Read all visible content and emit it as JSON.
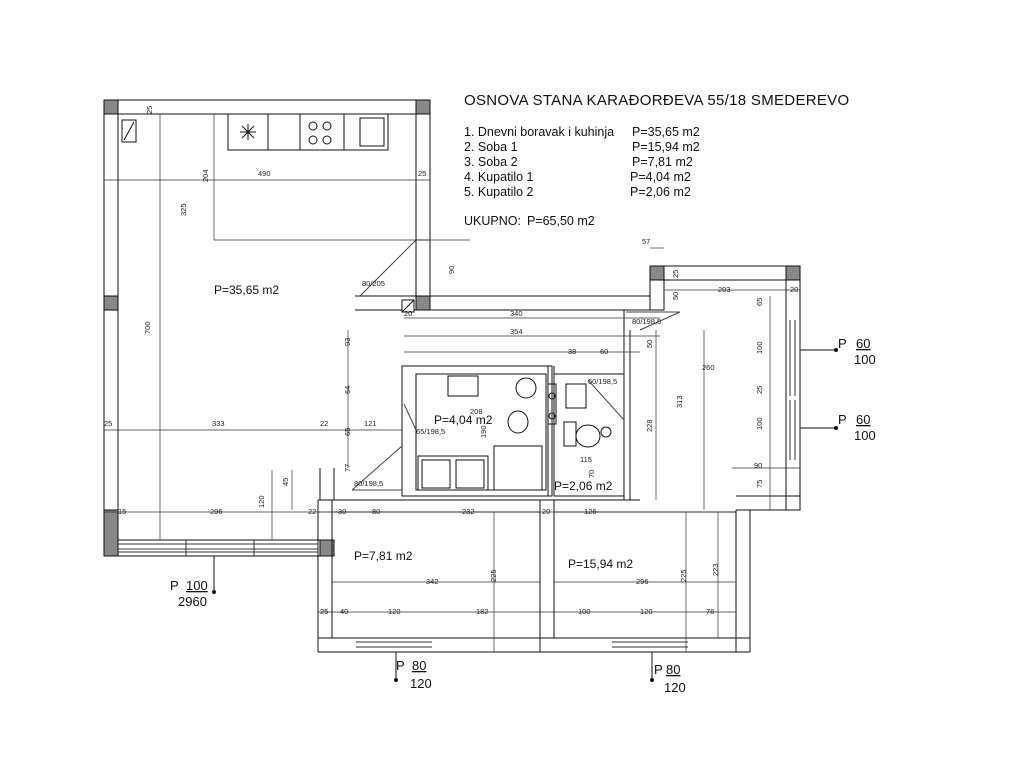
{
  "title": "OSNOVA STANA KARAĐORĐEVA 55/18 SMEDEREVO",
  "rooms": [
    {
      "name": "1. Dnevni boravak i kuhinja",
      "area": "P=35,65 m2"
    },
    {
      "name": "2. Soba 1",
      "area": "P=15,94 m2"
    },
    {
      "name": "3. Soba 2",
      "area": "P=7,81 m2"
    },
    {
      "name": "4. Kupatilo 1",
      "area": "P=4,04 m2"
    },
    {
      "name": "5. Kupatilo 2",
      "area": "P=2,06 m2"
    }
  ],
  "total": {
    "label": "UKUPNO:",
    "value": "P=65,50 m2"
  },
  "room_labels": {
    "living": "P=35,65 m2",
    "bath1": "P=4,04 m2",
    "bath2": "P=2,06 m2",
    "soba2": "P=7,81 m2",
    "soba1": "P=15,94 m2"
  },
  "windows": [
    {
      "p": "P",
      "top": "100",
      "bottom": "2960"
    },
    {
      "p": "P",
      "top": "80",
      "bottom": "120"
    },
    {
      "p": "P",
      "top": "80",
      "bottom": "120"
    },
    {
      "p": "P",
      "top": "60",
      "bottom": "100"
    },
    {
      "p": "P",
      "top": "60",
      "bottom": "100"
    }
  ],
  "dims": {
    "d25a": "25",
    "d204": "204",
    "d490": "490",
    "d25b": "25",
    "d325": "325",
    "d90": "90",
    "d700": "700",
    "d340": "340",
    "d354": "354",
    "d20": "20",
    "d57": "57",
    "d25c": "25",
    "d50": "50",
    "d203": "203",
    "d20b": "20",
    "d65": "65",
    "d93": "93",
    "d38": "38",
    "d60": "60",
    "d50b": "50",
    "d64": "64",
    "d208": "208",
    "d190": "190",
    "d313": "313",
    "d228": "228",
    "d260": "260",
    "d100a": "100",
    "d100b": "100",
    "d25d": "25",
    "d25e": "25",
    "d333": "333",
    "d22": "22",
    "d121": "121",
    "d65b": "65",
    "d77": "77",
    "d45": "45",
    "d120": "120",
    "d115": "115",
    "d70": "70",
    "d90b": "90",
    "d75": "75",
    "d15": "15",
    "d296": "296",
    "d22b": "22",
    "d30": "30",
    "d80": "80",
    "d232": "232",
    "d20c": "20",
    "d126": "126",
    "d225": "225",
    "d225b": "225",
    "d223": "223",
    "d342": "342",
    "d296b": "296",
    "d25f": "25",
    "d40": "40",
    "d120b": "120",
    "d182": "182",
    "d100c": "100",
    "d120c": "120",
    "d76": "76"
  },
  "door_labels": {
    "door1": "80/205",
    "door2": "80/198,5",
    "door3": "60/198,5",
    "door4": "65/198,5",
    "door5": "80/198,5"
  }
}
